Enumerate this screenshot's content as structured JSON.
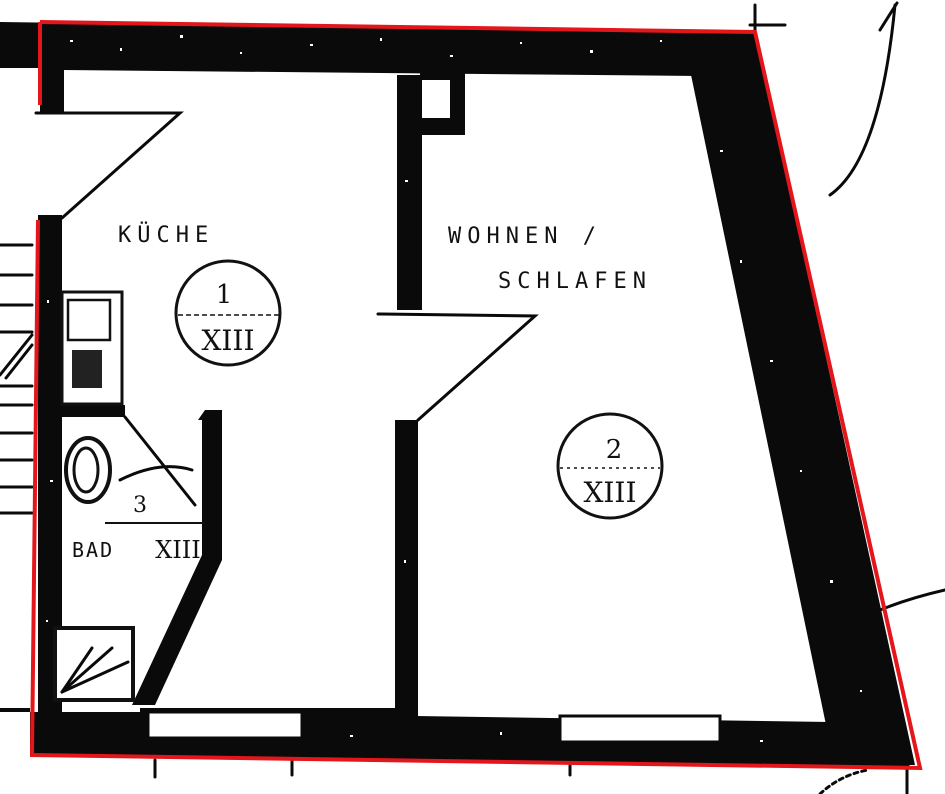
{
  "plan": {
    "outline_color": "#e3161b",
    "wall_color": "#0a0a0a",
    "rooms": [
      {
        "id": "kueche",
        "label": "KÜCHE",
        "number": "1",
        "code": "XIII"
      },
      {
        "id": "wohnen-schlafen",
        "label_line1": "WOHNEN /",
        "label_line2": "SCHLAFEN",
        "number": "2",
        "code": "XIII"
      },
      {
        "id": "bad",
        "label": "BAD",
        "number": "3",
        "code": "XIII"
      }
    ],
    "fixtures": [
      "stove",
      "toilet",
      "shower",
      "staircase"
    ],
    "annotations": [
      "north-arrow-curve",
      "dimension-ticks"
    ]
  }
}
